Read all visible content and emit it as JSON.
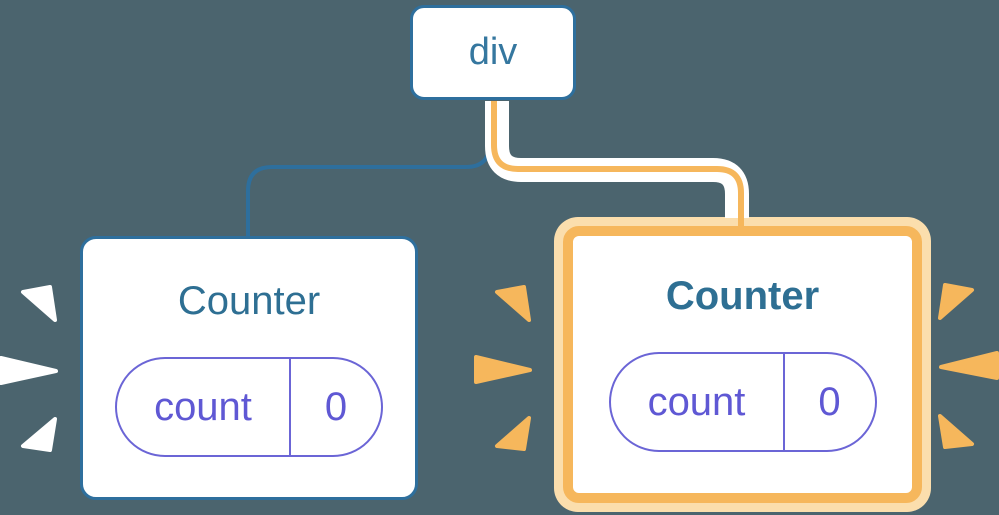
{
  "colors": {
    "background": "#4B646E",
    "node_border_blue": "#2E6F9D",
    "node_text_blue": "#2E6F93",
    "pill_purple": "#5F58D4",
    "highlight_orange": "#F6B75C",
    "highlight_peach": "#FBDEAD",
    "burst_white": "#FFFFFF"
  },
  "root_node": {
    "label": "div"
  },
  "left_counter": {
    "title": "Counter",
    "state_pill": {
      "label": "count",
      "value": "0"
    },
    "highlighted": false,
    "burst_color": "white"
  },
  "right_counter": {
    "title": "Counter",
    "state_pill": {
      "label": "count",
      "value": "0"
    },
    "highlighted": true,
    "burst_color": "orange"
  }
}
